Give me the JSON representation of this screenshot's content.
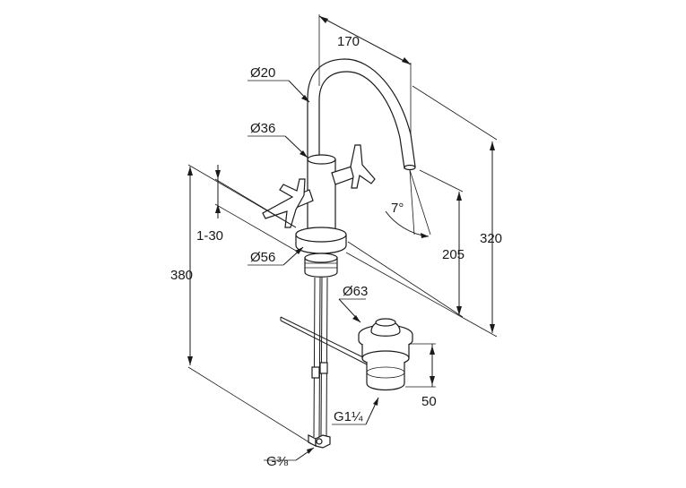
{
  "dimensions": {
    "reach": "170",
    "spout_diameter": "Ø20",
    "body_diameter": "Ø36",
    "height_total": "320",
    "outlet_height": "205",
    "spout_angle": "7°",
    "deck_thickness": "1-30",
    "overall_length": "380",
    "base_diameter": "Ø56",
    "waste_diameter": "Ø63",
    "waste_height": "50",
    "waste_thread": "G1¼",
    "supply_thread": "G⅜"
  },
  "colors": {
    "ink": "#1a1a1a",
    "background": "#ffffff"
  }
}
